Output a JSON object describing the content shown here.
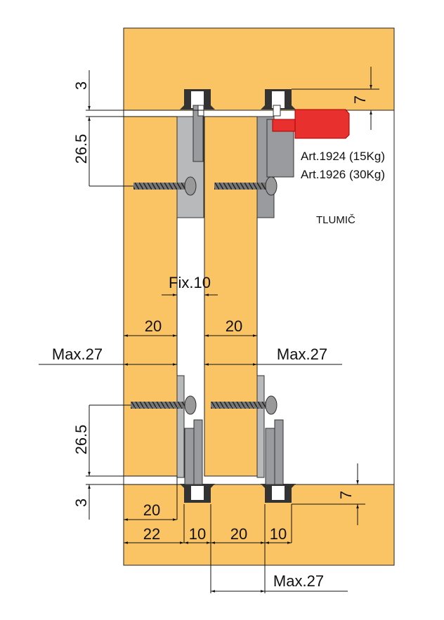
{
  "labels": {
    "top_gap": "3",
    "top_screw_height": "26.5",
    "top_track_depth": "7",
    "fix": "Fix.10",
    "door_left_thickness": "20",
    "door_right_thickness": "20",
    "max_left": "Max.27",
    "max_right": "Max.27",
    "bottom_screw_height": "26.5",
    "bottom_gap": "3",
    "bottom_track_depth": "7",
    "bottom_door_width": "20",
    "bottom_offset": "22",
    "track1_width": "10",
    "track_spacing": "20",
    "track2_width": "10",
    "max_bottom": "Max.27"
  },
  "annotations": {
    "art_1": "Art.1924 (15Kg)",
    "art_2": "Art.1926 (30Kg)",
    "damper": "TLUMIČ"
  },
  "colors": {
    "wood": "#fac465",
    "damper": "#e8312f",
    "fitting": "#b8b9bb"
  }
}
